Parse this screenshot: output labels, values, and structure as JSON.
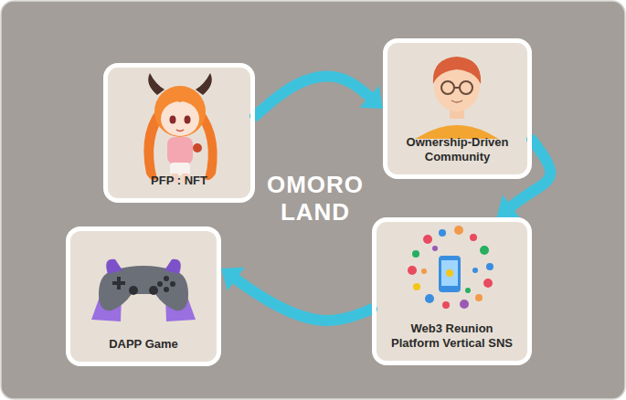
{
  "diagram": {
    "nodes": [
      {
        "text": [
          "PFP : NFT"
        ]
      },
      {
        "text": [
          "Ownership-Driven Community"
        ]
      },
      {
        "text": [
          "Web3 Reunion Platform Vertical SNS"
        ]
      },
      {
        "text": [
          "DAPP Game"
        ]
      }
    ],
    "edges": [
      {
        "from": 0,
        "to": 1,
        "arrow": "to"
      },
      {
        "from": 1,
        "to": 2,
        "arrow": "to"
      },
      {
        "from": 2,
        "to": 3,
        "arrow": "to"
      }
    ],
    "labels": [
      "OMORO LAND"
    ]
  }
}
